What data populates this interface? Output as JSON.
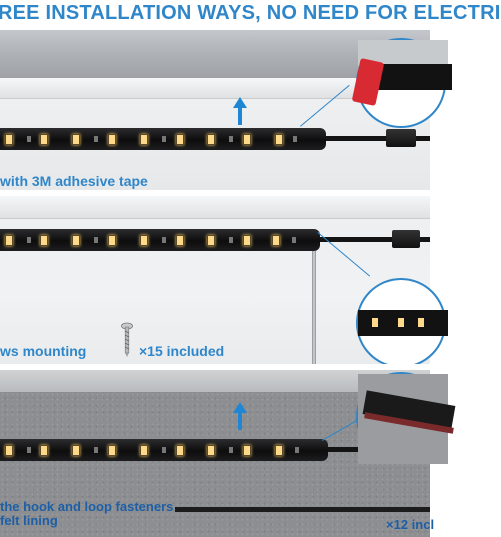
{
  "header": {
    "title": "REE INSTALLATION WAYS, NO NEED FOR ELECTRI"
  },
  "methods": [
    {
      "caption": "with 3M adhesive tape"
    },
    {
      "caption": "ws mounting",
      "count": "×15 included"
    },
    {
      "caption_line1": "the hook and loop fasteners",
      "caption_line2": "felt lining",
      "count": "×12 incl"
    }
  ],
  "colors": {
    "accent": "#2f86c9",
    "led": "#ffd98a",
    "strip": "#111112",
    "felt": "#8c8e91"
  },
  "icons": [
    "up-arrow-icon",
    "screw-icon"
  ]
}
